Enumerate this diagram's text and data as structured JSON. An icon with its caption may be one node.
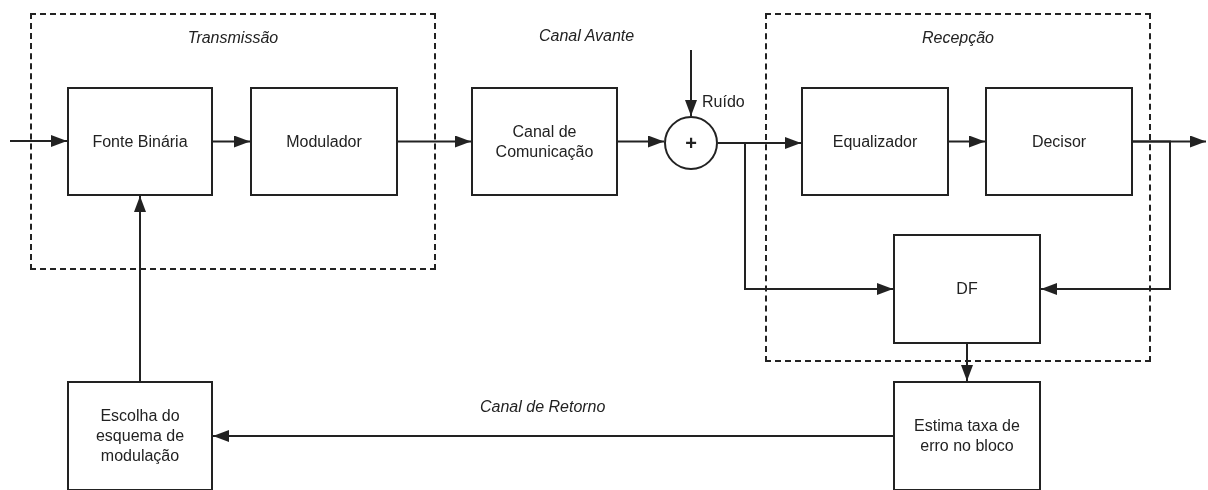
{
  "diagram": {
    "nodes": [
      {
        "text": [
          "Transmissão"
        ]
      },
      {
        "text": [
          "Fonte Binária"
        ],
        "in": 0
      },
      {
        "text": [
          "Modulador"
        ],
        "in": 0
      },
      {
        "text": [
          "Canal de Comunicação"
        ]
      },
      {
        "text": [
          "+"
        ]
      },
      {
        "text": [
          "Recepção"
        ]
      },
      {
        "text": [
          "Equalizador"
        ],
        "in": 5
      },
      {
        "text": [
          "Decisor"
        ],
        "in": 5
      },
      {
        "text": [
          "DF"
        ],
        "in": 5
      },
      {
        "text": [
          "Estima taxa de erro no bloco"
        ]
      },
      {
        "text": [
          "Escolha do esquema de modulação"
        ]
      }
    ],
    "edges": [
      {
        "from": null,
        "to": 1,
        "arrow": "to"
      },
      {
        "from": 1,
        "to": 2,
        "arrow": "to"
      },
      {
        "from": 2,
        "to": 3,
        "arrow": "to"
      },
      {
        "from": 3,
        "to": 4,
        "arrow": "to"
      },
      {
        "from": null,
        "to": 4,
        "arrow": "to",
        "label": "Ruído"
      },
      {
        "from": 4,
        "to": 6,
        "arrow": "to"
      },
      {
        "from": 4,
        "to": 8,
        "arrow": "to"
      },
      {
        "from": 6,
        "to": 7,
        "arrow": "to"
      },
      {
        "from": 7,
        "to": null,
        "arrow": "to"
      },
      {
        "from": 7,
        "to": 8,
        "arrow": "to"
      },
      {
        "from": 8,
        "to": 9,
        "arrow": "to"
      },
      {
        "from": 9,
        "to": 10,
        "arrow": "to",
        "label": "Canal de Retorno"
      },
      {
        "from": 10,
        "to": 1,
        "arrow": "to"
      }
    ],
    "labels": [
      "Canal Avante"
    ]
  }
}
